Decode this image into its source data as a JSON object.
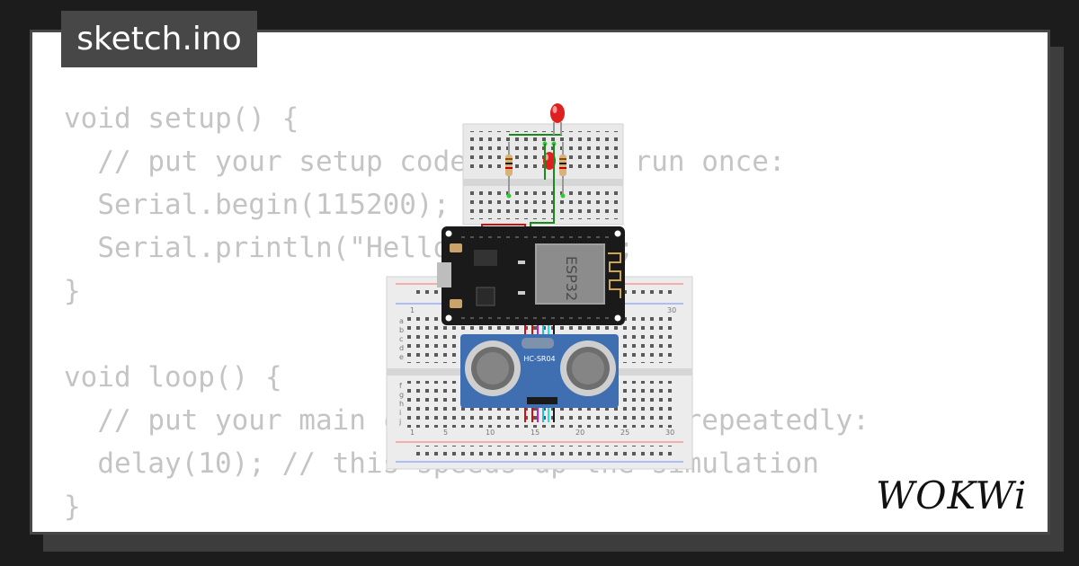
{
  "window": {
    "tab_title": "sketch.ino"
  },
  "code": {
    "lines": [
      "void setup() {",
      "  // put your setup code here, to run once:",
      "  Serial.begin(115200);",
      "  Serial.println(\"Hello, ESP32!\");",
      "}",
      "",
      "void loop() {",
      "  // put your main code here, to run repeatedly:",
      "  delay(10); // this speeds up the simulation",
      "}"
    ]
  },
  "board": {
    "chip_label": "ESP32"
  },
  "sensor": {
    "label": "HC-SR04"
  },
  "breadboard": {
    "row_numbers": [
      "1",
      "5",
      "10",
      "15",
      "20",
      "25",
      "30"
    ],
    "row_letters": [
      "a",
      "b",
      "c",
      "d",
      "e",
      "f",
      "g",
      "h",
      "i",
      "j"
    ]
  },
  "brand": {
    "logo_text": "WOKWi"
  },
  "colors": {
    "background": "#1c1c1c",
    "card": "#ffffff",
    "tab": "#474747",
    "code_text": "#c4c4c4",
    "board": "#1a1a1a",
    "sensor": "#3f6fb0",
    "led": "#e02020"
  }
}
